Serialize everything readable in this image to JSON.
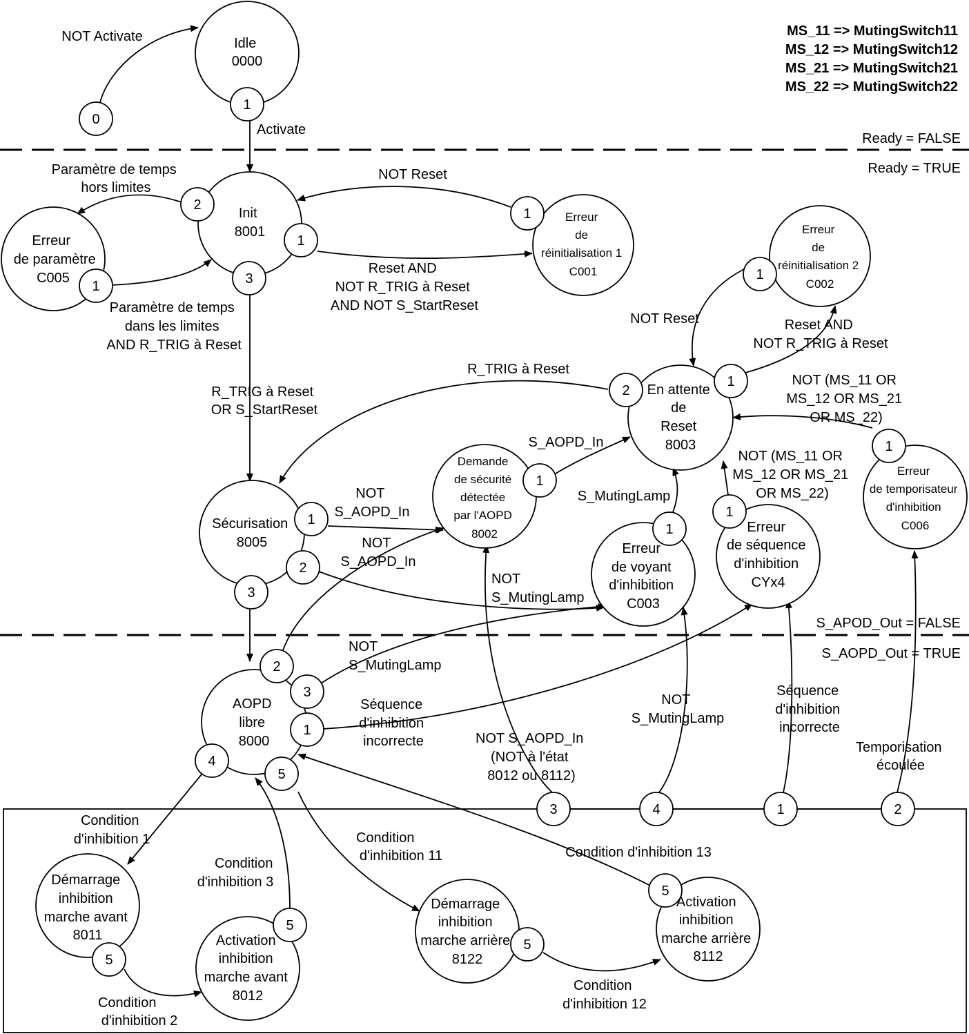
{
  "legend": [
    "MS_11 => MutingSwitch11",
    "MS_12 => MutingSwitch12",
    "MS_21 => MutingSwitch21",
    "MS_22 => MutingSwitch22"
  ],
  "zones": {
    "ready_false": "Ready = FALSE",
    "ready_true": "Ready = TRUE",
    "aopd_false": "S_APOD_Out = FALSE",
    "aopd_true": "S_AOPD_Out = TRUE"
  },
  "states": {
    "idle": [
      "Idle",
      "0000"
    ],
    "init": [
      "Init",
      "8001"
    ],
    "param_error": [
      "Erreur",
      "de paramètre",
      "C005"
    ],
    "reset_error_1": [
      "Erreur",
      "de",
      "réinitialisation 1",
      "C001"
    ],
    "reset_error_2": [
      "Erreur",
      "de",
      "réinitialisation 2",
      "C002"
    ],
    "wait_reset": [
      "En attente",
      "de",
      "Reset",
      "8003"
    ],
    "securing": [
      "Sécurisation",
      "8005"
    ],
    "safety_request": [
      "Demande",
      "de sécurité",
      "détectée",
      "par l'AOPD",
      "8002"
    ],
    "lamp_error": [
      "Erreur",
      "de voyant",
      "d'inhibition",
      "C003"
    ],
    "sequence_error": [
      "Erreur",
      "de séquence",
      "d'inhibition",
      "CYx4"
    ],
    "timer_error": [
      "Erreur",
      "de temporisateur",
      "d'inhibition",
      "C006"
    ],
    "aopd_free": [
      "AOPD",
      "libre",
      "8000"
    ],
    "start_fwd": [
      "Démarrage",
      "inhibition",
      "marche avant",
      "8011"
    ],
    "active_fwd": [
      "Activation",
      "inhibition",
      "marche avant",
      "8012"
    ],
    "start_rev": [
      "Démarrage",
      "inhibition",
      "marche arrière",
      "8122"
    ],
    "active_rev": [
      "Activation",
      "inhibition",
      "marche arrière",
      "8112"
    ]
  },
  "ports": {
    "p0": "0",
    "idle_1": "1",
    "init_2": "2",
    "init_1": "1",
    "init_3": "3",
    "param_1": "1",
    "reset1_1": "1",
    "reset2_1": "1",
    "wait_2": "2",
    "wait_1": "1",
    "sec_1": "1",
    "sec_2": "2",
    "sec_3": "3",
    "req_1": "1",
    "lamp_1": "1",
    "seq_1": "1",
    "timer_1": "1",
    "free_2": "2",
    "free_3": "3",
    "free_1": "1",
    "free_4": "4",
    "free_5": "5",
    "sf_5": "5",
    "af_5": "5",
    "sr_5": "5",
    "ar_5": "5",
    "bx_3": "3",
    "bx_4": "4",
    "bx_1": "1",
    "bx_2": "2"
  },
  "transitions": {
    "not_activate": [
      "NOT Activate"
    ],
    "activate": [
      "Activate"
    ],
    "param_out": [
      "Paramètre de temps",
      "hors limites"
    ],
    "param_in": [
      "Paramètre de temps",
      "dans les limites",
      "AND R_TRIG à Reset"
    ],
    "not_reset_init": [
      "NOT Reset"
    ],
    "reset_and_init": [
      "Reset AND",
      "NOT R_TRIG à Reset",
      "AND NOT S_StartReset"
    ],
    "rtrig_or_start": [
      "R_TRIG à Reset",
      "OR S_StartReset"
    ],
    "not_reset_wait": [
      "NOT Reset"
    ],
    "reset_and_wait": [
      "Reset AND",
      "NOT R_TRIG à Reset"
    ],
    "rtrig_wait": [
      "R_TRIG à Reset"
    ],
    "not_ms_timer": [
      "NOT (MS_11 OR",
      "MS_12 OR MS_21",
      "OR MS_22)"
    ],
    "not_ms_seq": [
      "NOT (MS_11 OR",
      "MS_12 OR MS_21",
      "OR MS_22)"
    ],
    "s_aopd_in": [
      "S_AOPD_In"
    ],
    "s_muting_lamp": [
      "S_MutingLamp"
    ],
    "not_aopd_sec": [
      "NOT",
      "S_AOPD_In"
    ],
    "not_aopd_free": [
      "NOT",
      "S_AOPD_In"
    ],
    "not_lamp_sec": [
      "NOT",
      "S_MutingLamp"
    ],
    "not_lamp_free": [
      "NOT",
      "S_MutingLamp"
    ],
    "seq_incorrect_free": [
      "Séquence",
      "d'inhibition",
      "incorrecte"
    ],
    "not_aopd_box": [
      "NOT S_AOPD_In",
      "(NOT à l'état",
      "8012 ou 8112)"
    ],
    "not_lamp_box": [
      "NOT",
      "S_MutingLamp"
    ],
    "seq_incorrect_box": [
      "Séquence",
      "d'inhibition",
      "incorrecte"
    ],
    "timeout": [
      "Temporisation",
      "écoulée"
    ],
    "cond_1": [
      "Condition",
      "d'inhibition 1"
    ],
    "cond_2": [
      "Condition",
      "d'inhibition 2"
    ],
    "cond_3": [
      "Condition",
      "d'inhibition 3"
    ],
    "cond_11": [
      "Condition",
      "d'inhibition 11"
    ],
    "cond_12": [
      "Condition",
      "d'inhibition 12"
    ],
    "cond_13": [
      "Condition d'inhibition 13"
    ]
  }
}
